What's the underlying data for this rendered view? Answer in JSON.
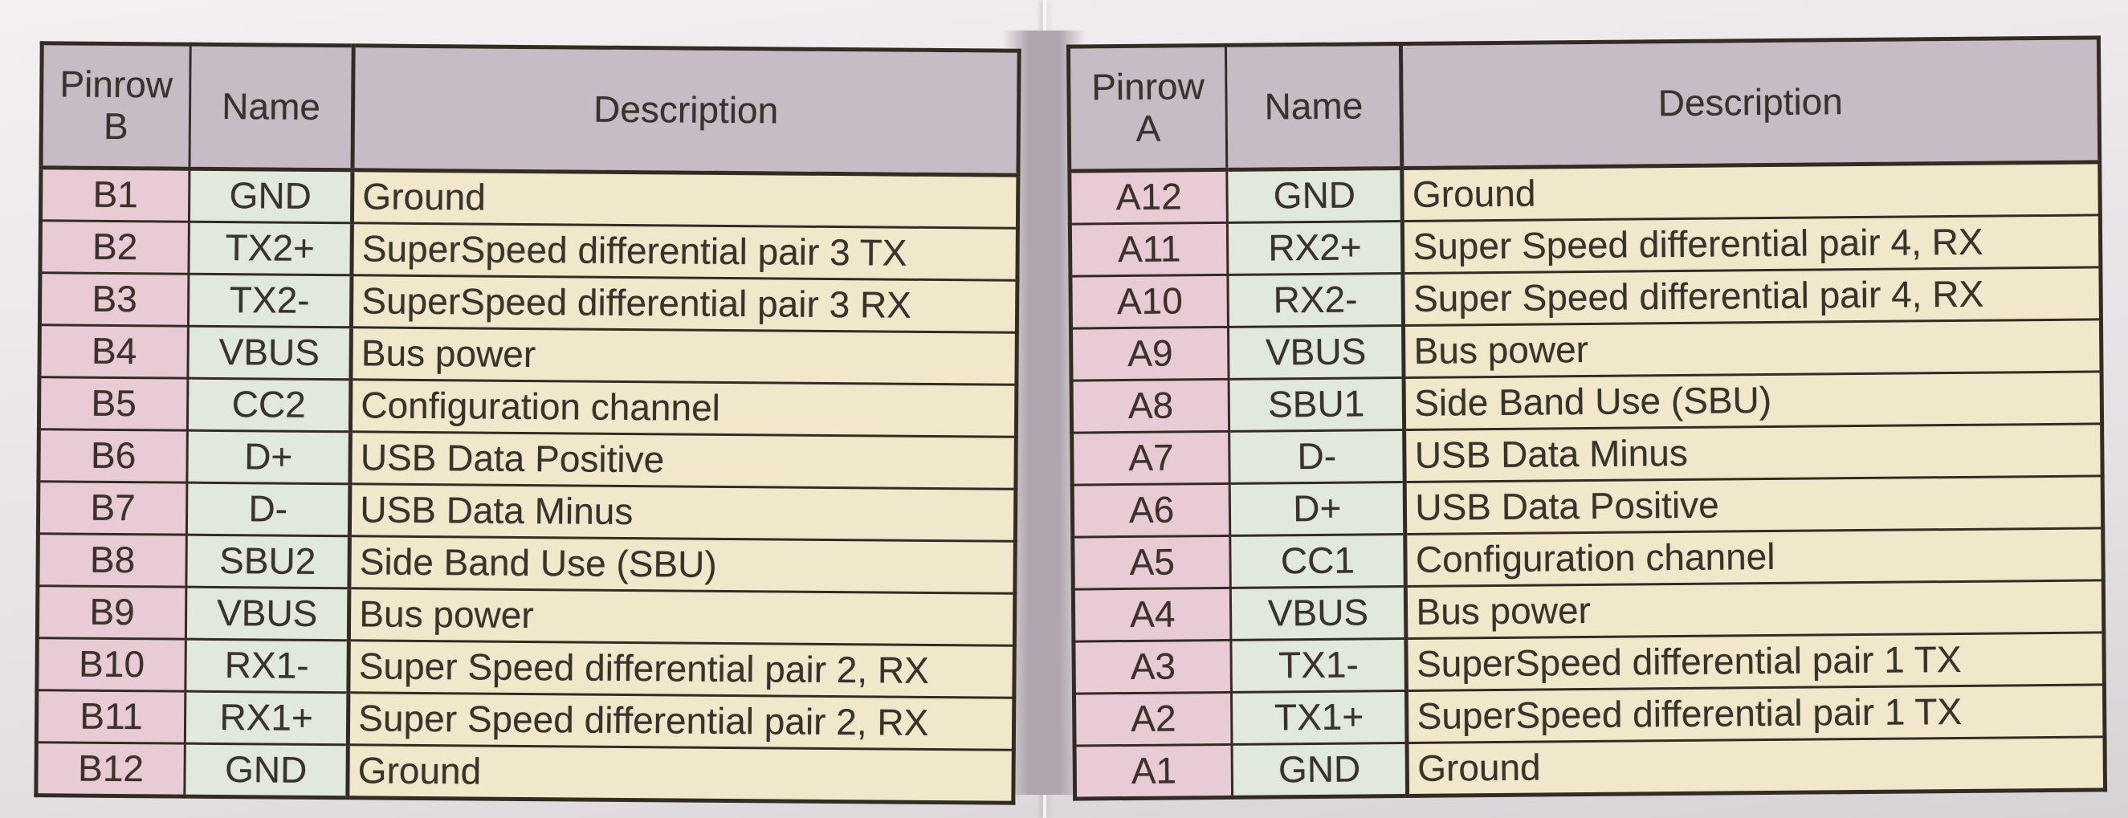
{
  "colors": {
    "header-bg": "#c7bbc6",
    "pin-bg": "#e9cbd6",
    "name-bg": "#e0e9dc",
    "desc-bg": "#f1e8cc",
    "grid": "#332b24",
    "ink": "#3a332c",
    "fold-shadow": "#b0a5af"
  },
  "tables": [
    {
      "id": "pinrow-b",
      "headers": [
        "Pinrow\nB",
        "Name",
        "Description"
      ],
      "rows": [
        {
          "pin": "B1",
          "name": "GND",
          "description": "Ground"
        },
        {
          "pin": "B2",
          "name": "TX2+",
          "description": "SuperSpeed differential pair 3 TX"
        },
        {
          "pin": "B3",
          "name": "TX2-",
          "description": "SuperSpeed differential pair 3 RX"
        },
        {
          "pin": "B4",
          "name": "VBUS",
          "description": "Bus power"
        },
        {
          "pin": "B5",
          "name": "CC2",
          "description": "Configuration channel"
        },
        {
          "pin": "B6",
          "name": "D+",
          "description": "USB Data Positive"
        },
        {
          "pin": "B7",
          "name": "D-",
          "description": "USB Data Minus"
        },
        {
          "pin": "B8",
          "name": "SBU2",
          "description": "Side Band Use (SBU)"
        },
        {
          "pin": "B9",
          "name": "VBUS",
          "description": "Bus power"
        },
        {
          "pin": "B10",
          "name": "RX1-",
          "description": "Super Speed differential pair 2, RX"
        },
        {
          "pin": "B11",
          "name": "RX1+",
          "description": "Super Speed differential pair 2, RX"
        },
        {
          "pin": "B12",
          "name": "GND",
          "description": "Ground"
        }
      ]
    },
    {
      "id": "pinrow-a",
      "headers": [
        "Pinrow\nA",
        "Name",
        "Description"
      ],
      "rows": [
        {
          "pin": "A12",
          "name": "GND",
          "description": "Ground"
        },
        {
          "pin": "A11",
          "name": "RX2+",
          "description": "Super Speed differential pair 4, RX"
        },
        {
          "pin": "A10",
          "name": "RX2-",
          "description": "Super Speed differential pair 4, RX"
        },
        {
          "pin": "A9",
          "name": "VBUS",
          "description": "Bus power"
        },
        {
          "pin": "A8",
          "name": "SBU1",
          "description": "Side Band Use (SBU)"
        },
        {
          "pin": "A7",
          "name": "D-",
          "description": "USB Data Minus"
        },
        {
          "pin": "A6",
          "name": "D+",
          "description": "USB Data Positive"
        },
        {
          "pin": "A5",
          "name": "CC1",
          "description": "Configuration channel"
        },
        {
          "pin": "A4",
          "name": "VBUS",
          "description": "Bus power"
        },
        {
          "pin": "A3",
          "name": "TX1-",
          "description": "SuperSpeed differential pair 1 TX"
        },
        {
          "pin": "A2",
          "name": "TX1+",
          "description": "SuperSpeed differential pair 1 TX"
        },
        {
          "pin": "A1",
          "name": "GND",
          "description": "Ground"
        }
      ]
    }
  ]
}
